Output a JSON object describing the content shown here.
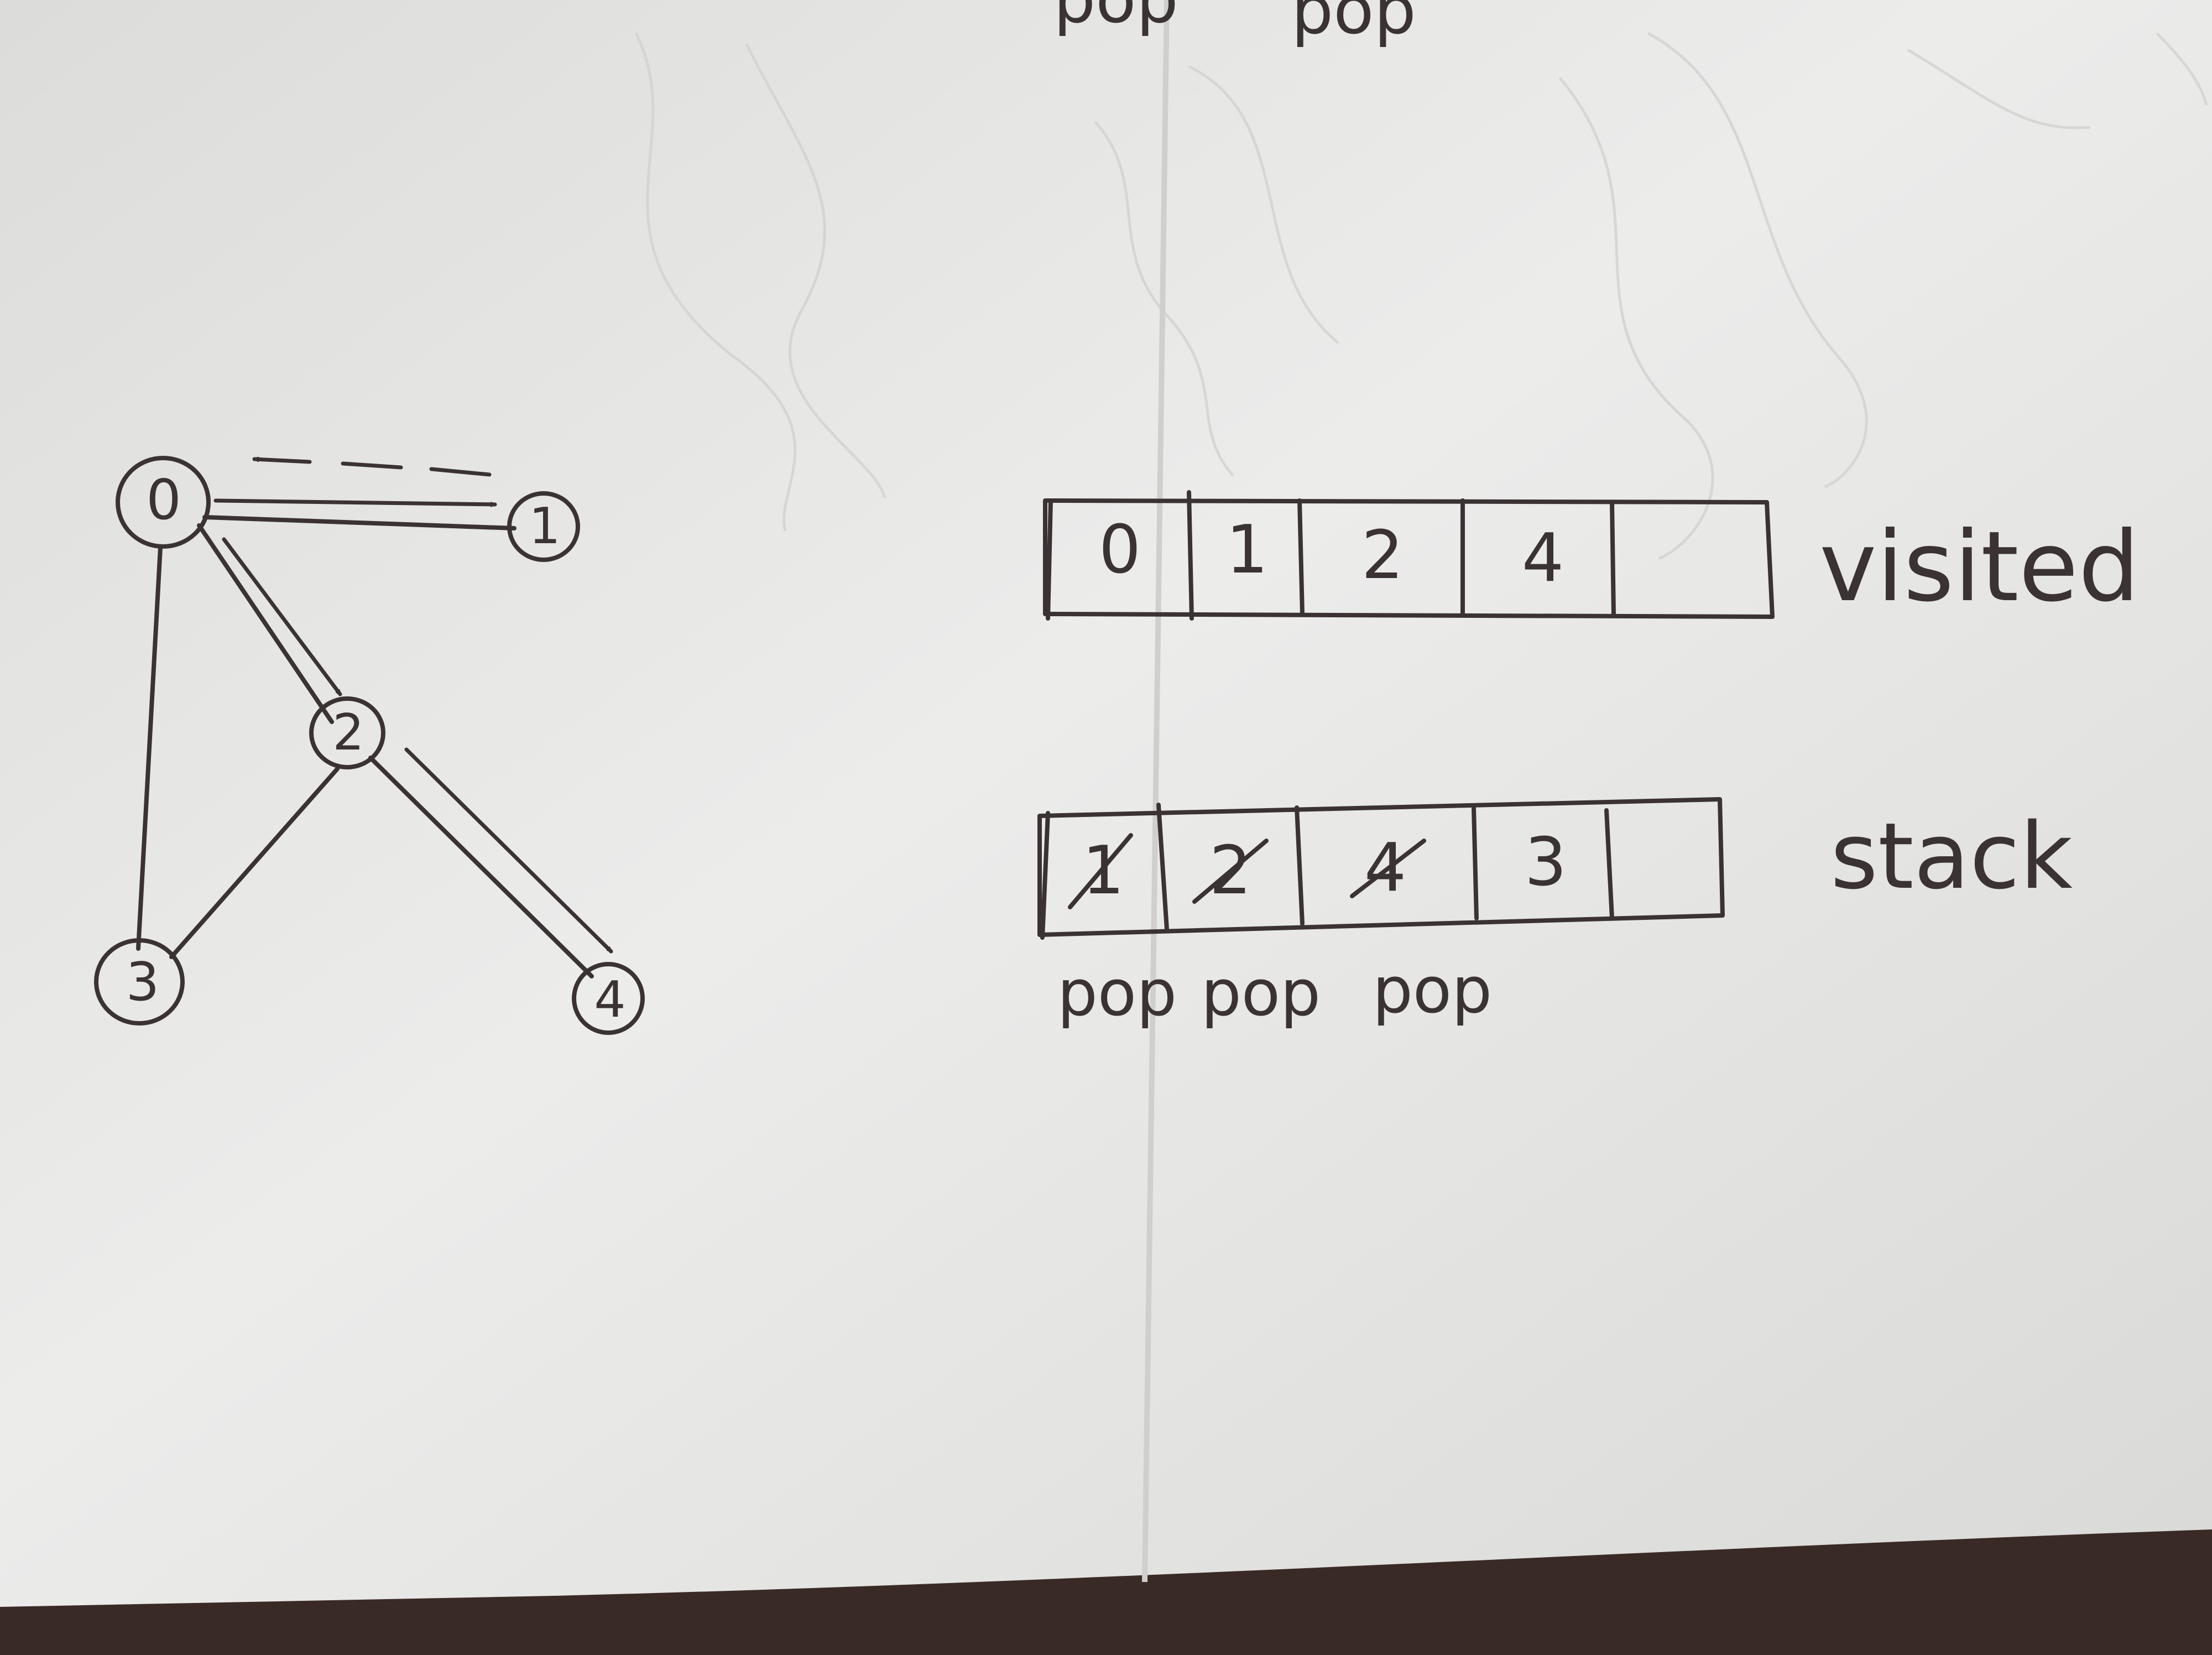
{
  "colors": {
    "paper": "#ebebea",
    "paper_shadow": "#d4d4d2",
    "ink": "#3b3234",
    "desk": "#3a2a26",
    "ghost": "#cfcfcf"
  },
  "top_cut_text": [
    "pop",
    "pop"
  ],
  "graph": {
    "nodes": [
      {
        "id": "node-0",
        "label": "0"
      },
      {
        "id": "node-1",
        "label": "1"
      },
      {
        "id": "node-2",
        "label": "2"
      },
      {
        "id": "node-3",
        "label": "3"
      },
      {
        "id": "node-4",
        "label": "4"
      }
    ],
    "edges": [
      {
        "from": "0",
        "to": "1"
      },
      {
        "from": "0",
        "to": "2"
      },
      {
        "from": "0",
        "to": "3"
      },
      {
        "from": "2",
        "to": "3"
      },
      {
        "from": "2",
        "to": "4"
      }
    ]
  },
  "visited": {
    "label": "visited",
    "cells": [
      "0",
      "1",
      "2",
      "4",
      ""
    ]
  },
  "stack": {
    "label": "stack",
    "cells": [
      "1",
      "2",
      "4",
      "3",
      ""
    ],
    "crossed_out": [
      true,
      true,
      true,
      false,
      false
    ],
    "pops": [
      "pop",
      "pop",
      "pop"
    ]
  }
}
